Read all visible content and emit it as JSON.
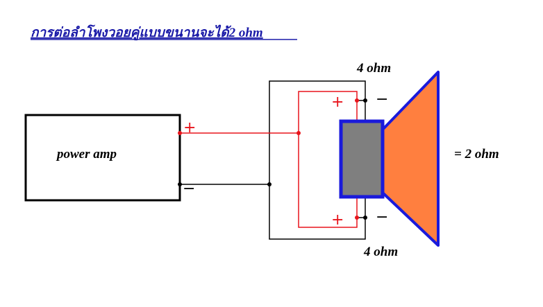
{
  "title": "การต่อลำโพงวอยคู่แบบขนานจะได้2 ohm",
  "amp": {
    "label": "power amp"
  },
  "speaker": {
    "top_coil_label": "4 ohm",
    "bottom_coil_label": "4 ohm",
    "result_label": "= 2 ohm"
  },
  "signs": {
    "amp_plus": "+",
    "amp_minus": "−",
    "coil_top_plus": "+",
    "coil_top_minus": "−",
    "coil_bottom_plus": "+",
    "coil_bottom_minus": "−"
  },
  "colors": {
    "wire_positive": "#e8141b",
    "wire_negative": "#000000",
    "speaker_cone": "#ff7f3f",
    "speaker_outline": "#1a1adb",
    "magnet": "#7f7f7f",
    "title": "#1a1aa8"
  }
}
